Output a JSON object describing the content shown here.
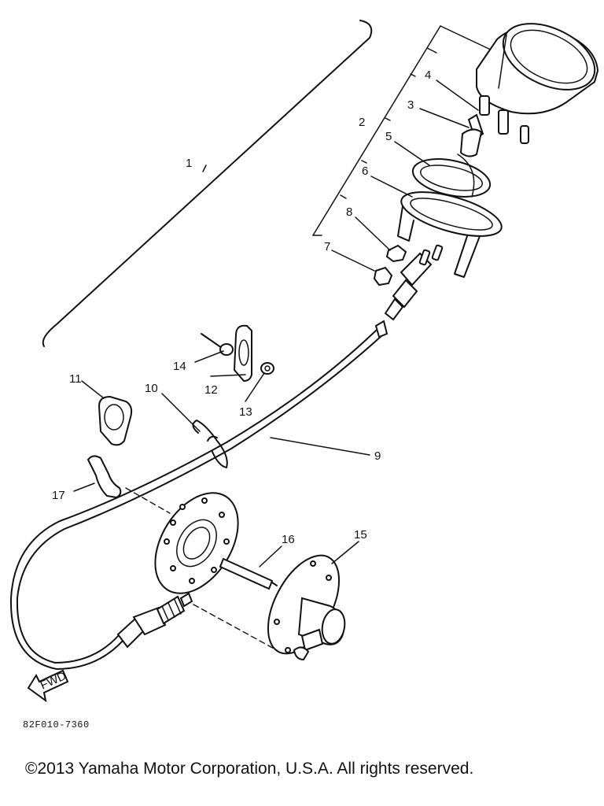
{
  "callouts": [
    "1",
    "2",
    "3",
    "4",
    "5",
    "6",
    "7",
    "8",
    "9",
    "10",
    "11",
    "12",
    "13",
    "14",
    "15",
    "16",
    "17"
  ],
  "fwd_label": "FWD",
  "diagram_code": "82F010-7360",
  "copyright": "©2013 Yamaha Motor Corporation, U.S.A. All rights reserved."
}
